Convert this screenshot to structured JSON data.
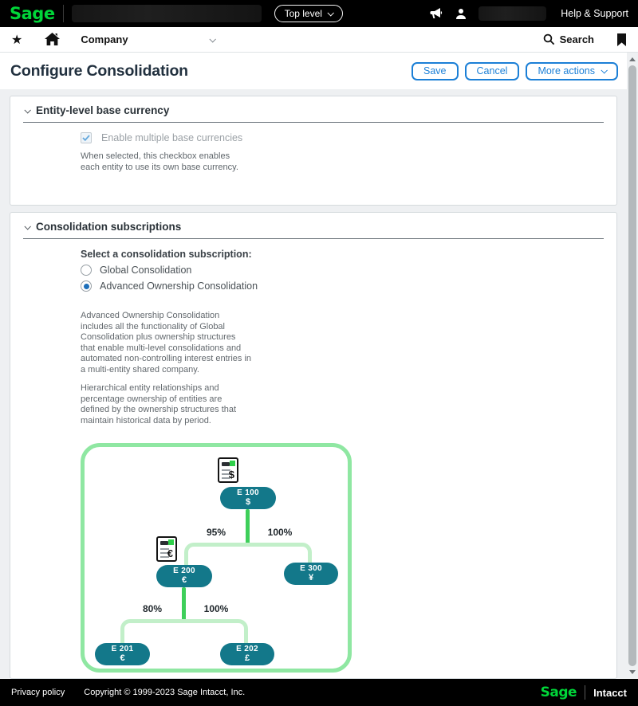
{
  "topbar": {
    "brand": "Sage",
    "context_button": "Top level",
    "help": "Help & Support"
  },
  "navbar": {
    "menu_label": "Company",
    "search_label": "Search"
  },
  "page": {
    "title": "Configure Consolidation",
    "save": "Save",
    "cancel": "Cancel",
    "more_actions": "More actions"
  },
  "sections": {
    "base_currency": {
      "title": "Entity-level base currency",
      "checkbox_label": "Enable multiple base currencies",
      "checkbox_checked": true,
      "checkbox_disabled": true,
      "help_text": "When selected, this checkbox enables each entity to use its own base currency."
    },
    "subscriptions": {
      "title": "Consolidation subscriptions",
      "prompt": "Select a consolidation subscription:",
      "options": [
        {
          "label": "Global Consolidation",
          "selected": false
        },
        {
          "label": "Advanced Ownership Consolidation",
          "selected": true
        }
      ],
      "para1": "Advanced Ownership Consolidation includes all the functionality of Global Consolidation plus ownership structures that enable multi-level consolidations and automated non-controlling interest entries in a multi-entity shared company.",
      "para2": "Hierarchical entity relationships and percentage ownership of entities are defined by the ownership structures that maintain historical data by period."
    }
  },
  "diagram": {
    "nodes": {
      "e100": {
        "id": "E 100",
        "currency": "$"
      },
      "e200": {
        "id": "E 200",
        "currency": "€"
      },
      "e300": {
        "id": "E 300",
        "currency": "¥"
      },
      "e201": {
        "id": "E 201",
        "currency": "€"
      },
      "e202": {
        "id": "E 202",
        "currency": "£"
      }
    },
    "edges": {
      "e100_e200": "95%",
      "e100_e300": "100%",
      "e200_e201": "80%",
      "e200_e202": "100%"
    },
    "doc_icons": {
      "usd": "$",
      "eur": "€"
    }
  },
  "footer": {
    "privacy": "Privacy policy",
    "copyright": "Copyright © 1999-2023 Sage Intacct, Inc.",
    "brand": "Sage",
    "product": "Intacct"
  },
  "colors": {
    "accent_blue": "#1b7fd6",
    "sage_green": "#00d639",
    "node_teal": "#13788a",
    "bright_green_line": "#3ecf5a",
    "pale_green_line": "#c2efc9",
    "diagram_border_green": "#8fe7a2"
  }
}
